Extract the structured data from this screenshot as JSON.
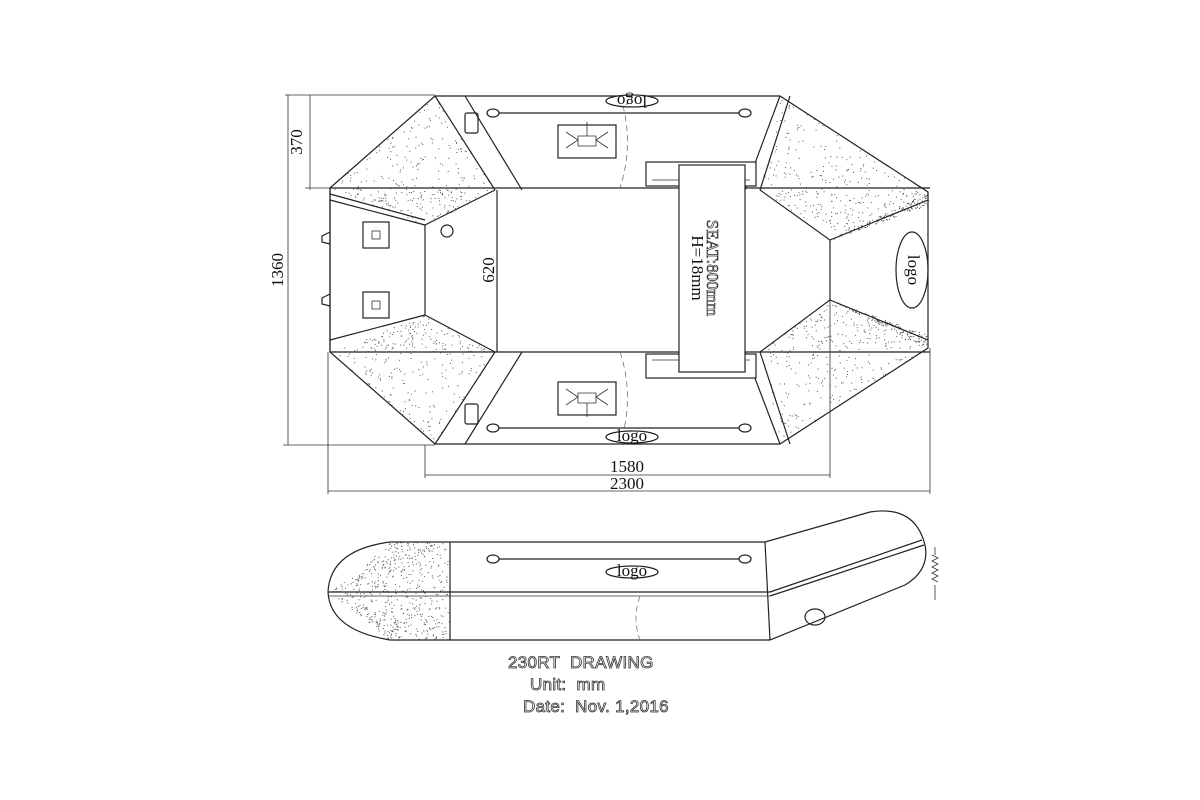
{
  "dimensions": {
    "tube_width": "370",
    "overall_width": "1360",
    "floor_width": "620",
    "floor_length": "1580",
    "overall_length": "2300"
  },
  "seat": {
    "label": "SEAT:800mm",
    "height": "H=18mm"
  },
  "logos": [
    "logo",
    "logo",
    "logo",
    "logo"
  ],
  "title_block": {
    "title": "230RT  DRAWING",
    "unit": "Unit:  mm",
    "date": "Date:  Nov. 1,2016"
  }
}
